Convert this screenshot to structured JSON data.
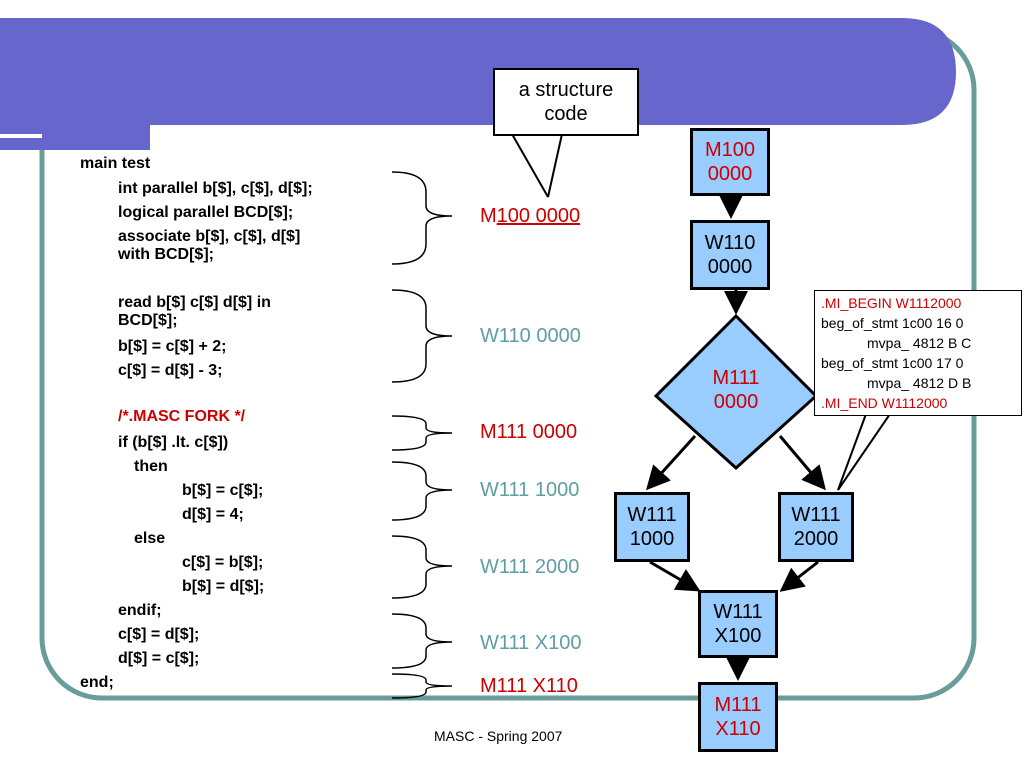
{
  "slide": {
    "callout": [
      "a structure",
      "code"
    ],
    "footer": "MASC - Spring 2007",
    "colors": {
      "header": "#6666cc",
      "frame": "#6a9c9c",
      "node_fill": "#99ccff",
      "red": "#cc0000",
      "teal": "#5f9ea0"
    }
  },
  "code": [
    "main test",
    "int parallel b[$], c[$], d[$];",
    "logical parallel BCD[$];",
    "associate b[$], c[$], d[$]",
    "with BCD[$];",
    "read b[$] c[$] d[$] in",
    "BCD[$];",
    "b[$] = c[$] + 2;",
    "c[$] = d[$] - 3;",
    "/*.MASC FORK */",
    "if (b[$] .lt. c[$])",
    "then",
    "b[$] = c[$];",
    "d[$] = 4;",
    "else",
    "c[$] = b[$];",
    "b[$] = d[$];",
    "endif;",
    "c[$] = d[$];",
    "d[$] = c[$];",
    "end;"
  ],
  "labels": {
    "m100_prefix": "M",
    "m100_rest": "100 0000",
    "w110": "W110 0000",
    "m111": "M111 0000",
    "w111_1000": "W111 1000",
    "w111_2000": "W111 2000",
    "w111_x100": "W111 X100",
    "m111_x110": "M111 X110"
  },
  "nodes": {
    "m100": [
      "M100",
      "0000"
    ],
    "w110": [
      "W110",
      "0000"
    ],
    "m111": [
      "M111",
      "0000"
    ],
    "w111_1000": [
      "W111",
      "1000"
    ],
    "w111_2000": [
      "W111",
      "2000"
    ],
    "w111_x100": [
      "W111",
      "X100"
    ],
    "m111_x110": [
      "M111",
      "X110"
    ]
  },
  "note": [
    ".MI_BEGIN W1112000",
    "beg_of_stmt  1c00 16 0",
    "mvpa_  4812 B C",
    "beg_of_stmt  1c00 17 0",
    "mvpa_  4812 D B",
    ".MI_END W1112000"
  ]
}
